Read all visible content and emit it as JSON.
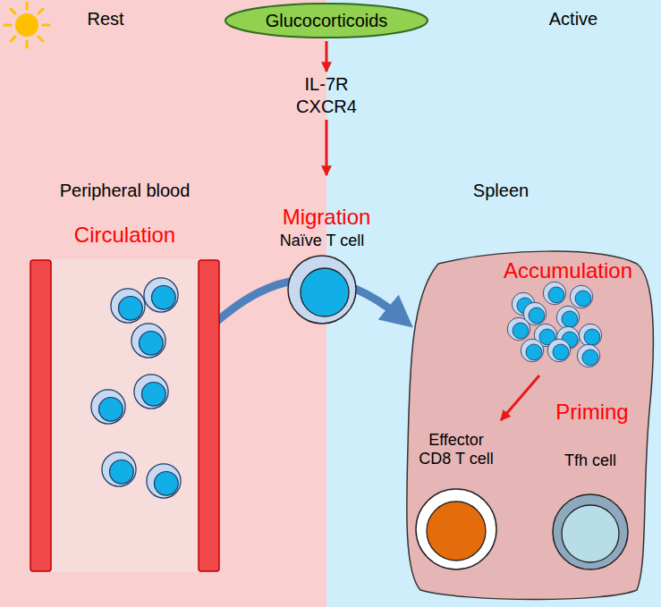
{
  "diagram": {
    "nodes": [
      {
        "text": [
          "Glucocorticoids"
        ]
      },
      {
        "text": [
          "Peripheral blood",
          "Circulation"
        ]
      },
      {
        "text": [
          "Naïve T cell"
        ]
      },
      {
        "text": [
          "Spleen",
          "Accumulation"
        ]
      },
      {
        "text": [
          "Effector CD8 T cell"
        ],
        "in": 3
      },
      {
        "text": [
          "Tfh cell"
        ],
        "in": 3
      }
    ],
    "edges": [
      {
        "from": 1,
        "to": 3,
        "arrow": "to"
      }
    ],
    "labels": [
      "Rest",
      "Active",
      "IL-7R",
      "CXCR4",
      "Migration",
      "Priming"
    ]
  }
}
